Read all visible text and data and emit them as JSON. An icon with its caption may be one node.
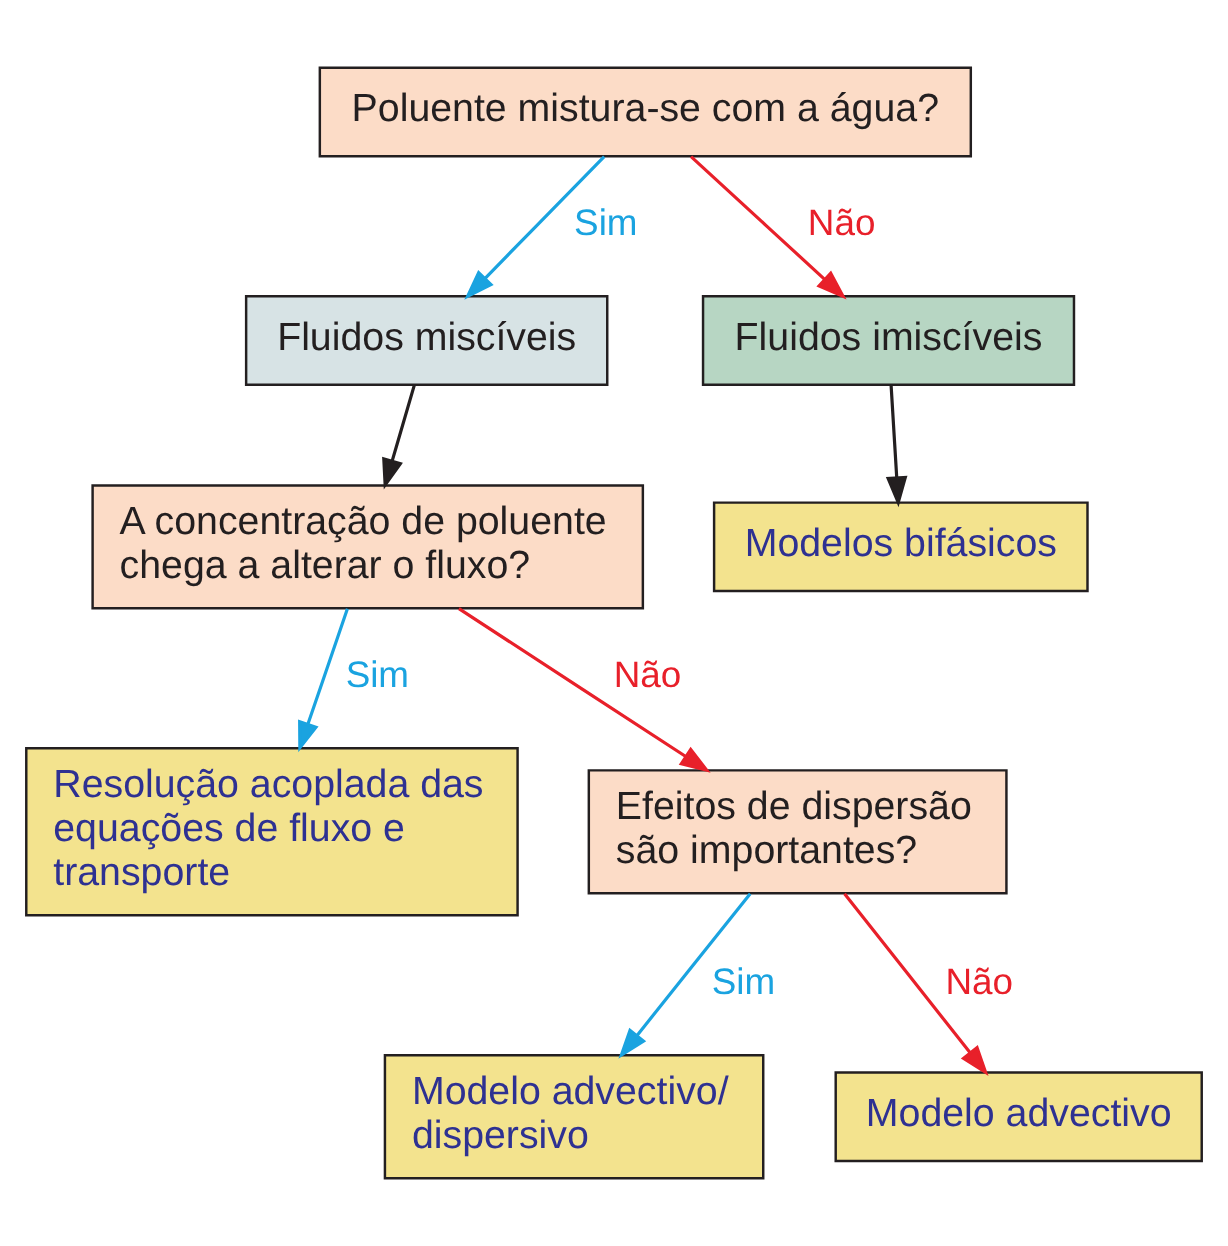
{
  "diagram": {
    "nodes": [
      {
        "text": [
          "Poluente mistura-se com a água?"
        ]
      },
      {
        "text": [
          "Fluidos miscíveis"
        ]
      },
      {
        "text": [
          "Fluidos imiscíveis"
        ]
      },
      {
        "text": [
          "A concentração de poluente chega a alterar o fluxo?"
        ]
      },
      {
        "text": [
          "Modelos bifásicos"
        ]
      },
      {
        "text": [
          "Resolução acoplada das equações de fluxo e transporte"
        ]
      },
      {
        "text": [
          "Efeitos de dispersão são importantes?"
        ]
      },
      {
        "text": [
          "Modelo advectivo/ dispersivo"
        ]
      },
      {
        "text": [
          "Modelo advectivo"
        ]
      }
    ],
    "edges": [
      {
        "from": 0,
        "to": 1,
        "arrow": "to",
        "label": "Sim",
        "color": "#1aa3e0"
      },
      {
        "from": 0,
        "to": 2,
        "arrow": "to",
        "label": "Não",
        "color": "#e8202a"
      },
      {
        "from": 1,
        "to": 3,
        "arrow": "to",
        "color": "#231f20"
      },
      {
        "from": 2,
        "to": 4,
        "arrow": "to",
        "color": "#231f20"
      },
      {
        "from": 3,
        "to": 5,
        "arrow": "to",
        "label": "Sim",
        "color": "#1aa3e0"
      },
      {
        "from": 3,
        "to": 6,
        "arrow": "to",
        "label": "Não",
        "color": "#e8202a"
      },
      {
        "from": 6,
        "to": 7,
        "arrow": "to",
        "label": "Sim",
        "color": "#1aa3e0"
      },
      {
        "from": 6,
        "to": 8,
        "arrow": "to",
        "label": "Não",
        "color": "#e8202a"
      }
    ]
  }
}
